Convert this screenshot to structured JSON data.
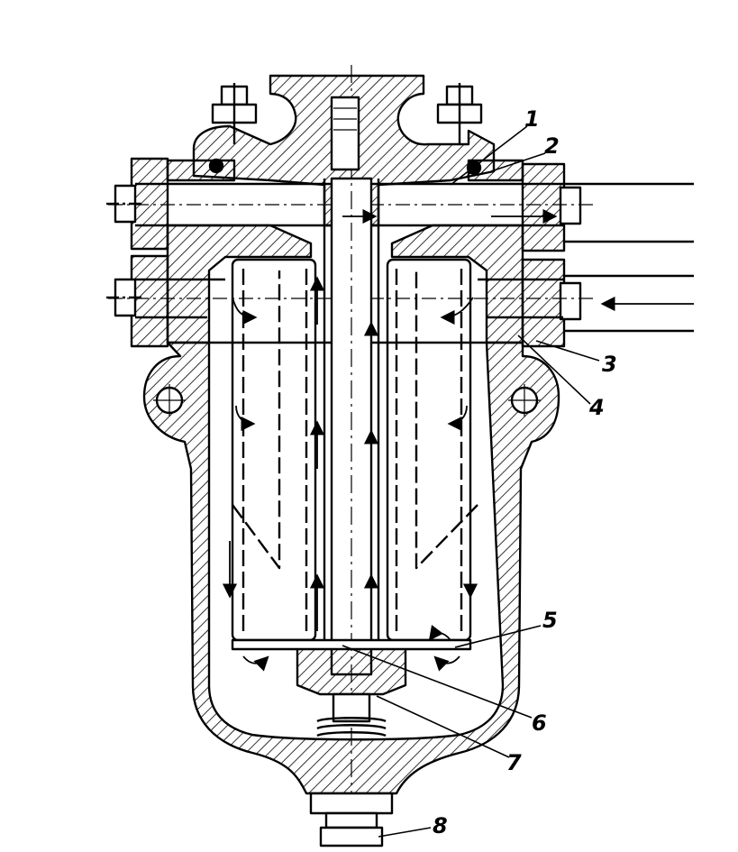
{
  "figure": {
    "callouts": [
      {
        "id": "1",
        "label": "1"
      },
      {
        "id": "2",
        "label": "2"
      },
      {
        "id": "3",
        "label": "3"
      },
      {
        "id": "4",
        "label": "4"
      },
      {
        "id": "5",
        "label": "5"
      },
      {
        "id": "6",
        "label": "6"
      },
      {
        "id": "7",
        "label": "7"
      },
      {
        "id": "8",
        "label": "8"
      }
    ],
    "ink_color": "#000000",
    "paper_color": "#ffffff"
  }
}
